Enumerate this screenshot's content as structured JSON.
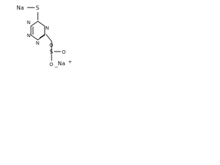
{
  "atoms": {
    "na_top": "Na",
    "s_top": "S",
    "n1": "N",
    "n2": "N",
    "n3": "N",
    "n4": "N",
    "s_sulfonate": "S",
    "o_top": "O",
    "o_right": "O",
    "o_bottom": "O",
    "o_minus": "−",
    "na_right": "Na",
    "na_plus": "+"
  },
  "colors": {
    "ink": "#111111",
    "background": "#ffffff"
  }
}
